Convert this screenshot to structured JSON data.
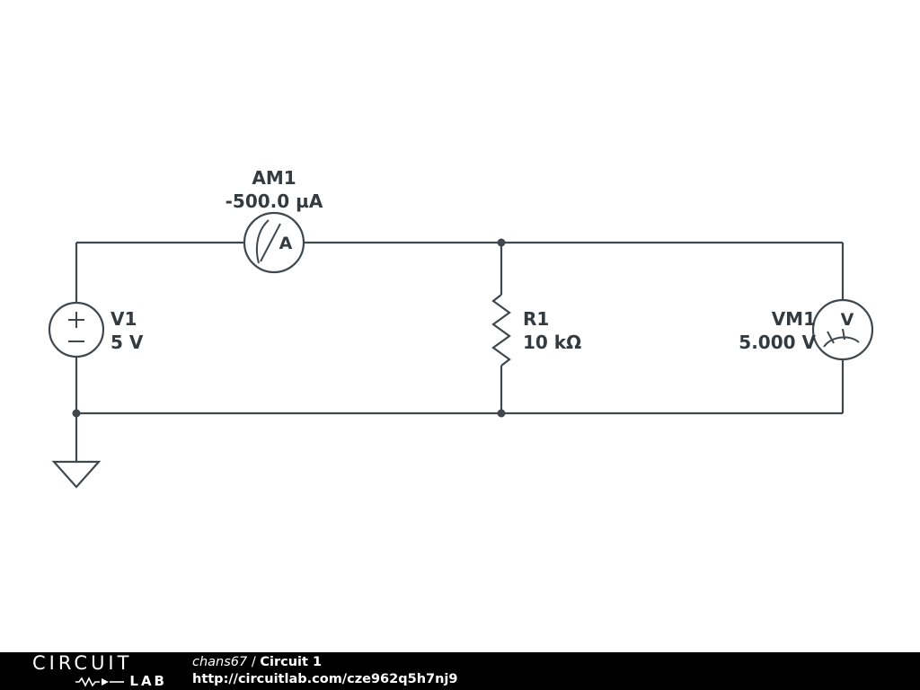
{
  "schematic": {
    "ammeter": {
      "label": "AM1",
      "value": "-500.0 µA",
      "letter": "A"
    },
    "voltage_source": {
      "label": "V1",
      "value": "5 V"
    },
    "resistor": {
      "label": "R1",
      "value": "10 kΩ"
    },
    "voltmeter": {
      "label": "VM1",
      "value": "5.000 V",
      "letter": "V"
    }
  },
  "footer": {
    "logo_top": "CIRCUIT",
    "logo_bottom": "LAB",
    "byline_user": "chans67",
    "byline_separator": " / ",
    "byline_title": "Circuit 1",
    "url": "http://circuitlab.com/cze962q5h7nj9"
  },
  "colors": {
    "wire": "#40484e",
    "label_text": "#333b41",
    "footer_bg": "#000000",
    "footer_text": "#ffffff"
  }
}
